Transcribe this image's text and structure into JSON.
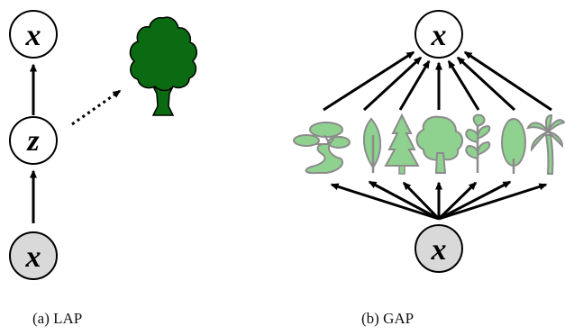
{
  "panels": {
    "lap": {
      "caption": "(a) LAP",
      "nodes": {
        "top": "x",
        "middle": "z",
        "bottom": "x"
      }
    },
    "gap": {
      "caption": "(b) GAP",
      "nodes": {
        "top": "x",
        "bottom": "x"
      },
      "icons": [
        "bonsai-icon",
        "leaf-icon",
        "conifer-icon",
        "round-tree-icon",
        "sprig-icon",
        "oval-leaf-icon",
        "palm-tree-icon"
      ]
    }
  },
  "colors": {
    "dark_tree": "#0b6b12",
    "light_tree": "#8fd28f",
    "light_tree_outline": "#8b8b8b",
    "observed_node_fill": "#d9d9d9",
    "stroke": "#000000"
  }
}
